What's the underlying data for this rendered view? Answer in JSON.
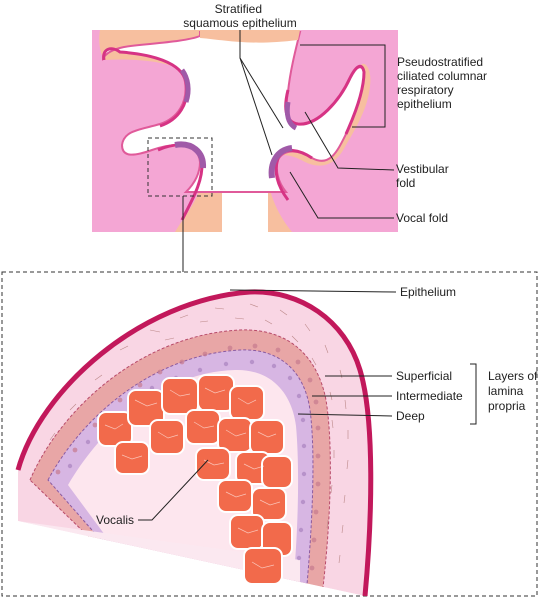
{
  "labels": {
    "stratified": [
      "Stratified",
      "squamous epithelium"
    ],
    "pseudostratified": [
      "Pseudostratified",
      "ciliated columnar",
      "respiratory",
      "epithelium"
    ],
    "vestibular_fold": [
      "Vestibular",
      "fold"
    ],
    "vocal_fold": "Vocal fold",
    "epithelium": "Epithelium",
    "superficial": "Superficial",
    "intermediate": "Intermediate",
    "deep": "Deep",
    "layers_of_lamina_propria": [
      "Layers of",
      "lamina",
      "propria"
    ],
    "vocalis": "Vocalis"
  },
  "colors": {
    "tissue_background": "#f7bf9f",
    "pink_mucosa": "#f4a6d4",
    "epithelium_edge": "#c2185b",
    "vocal_edge_purple": "#a05aa8",
    "superficial_layer": "#f9d6e4",
    "intermediate_layer": "#e8a6a6",
    "deep_layer": "#d7b6e3",
    "muscle_fill": "#f26a4b",
    "airway_lumen": "#ffffff"
  }
}
